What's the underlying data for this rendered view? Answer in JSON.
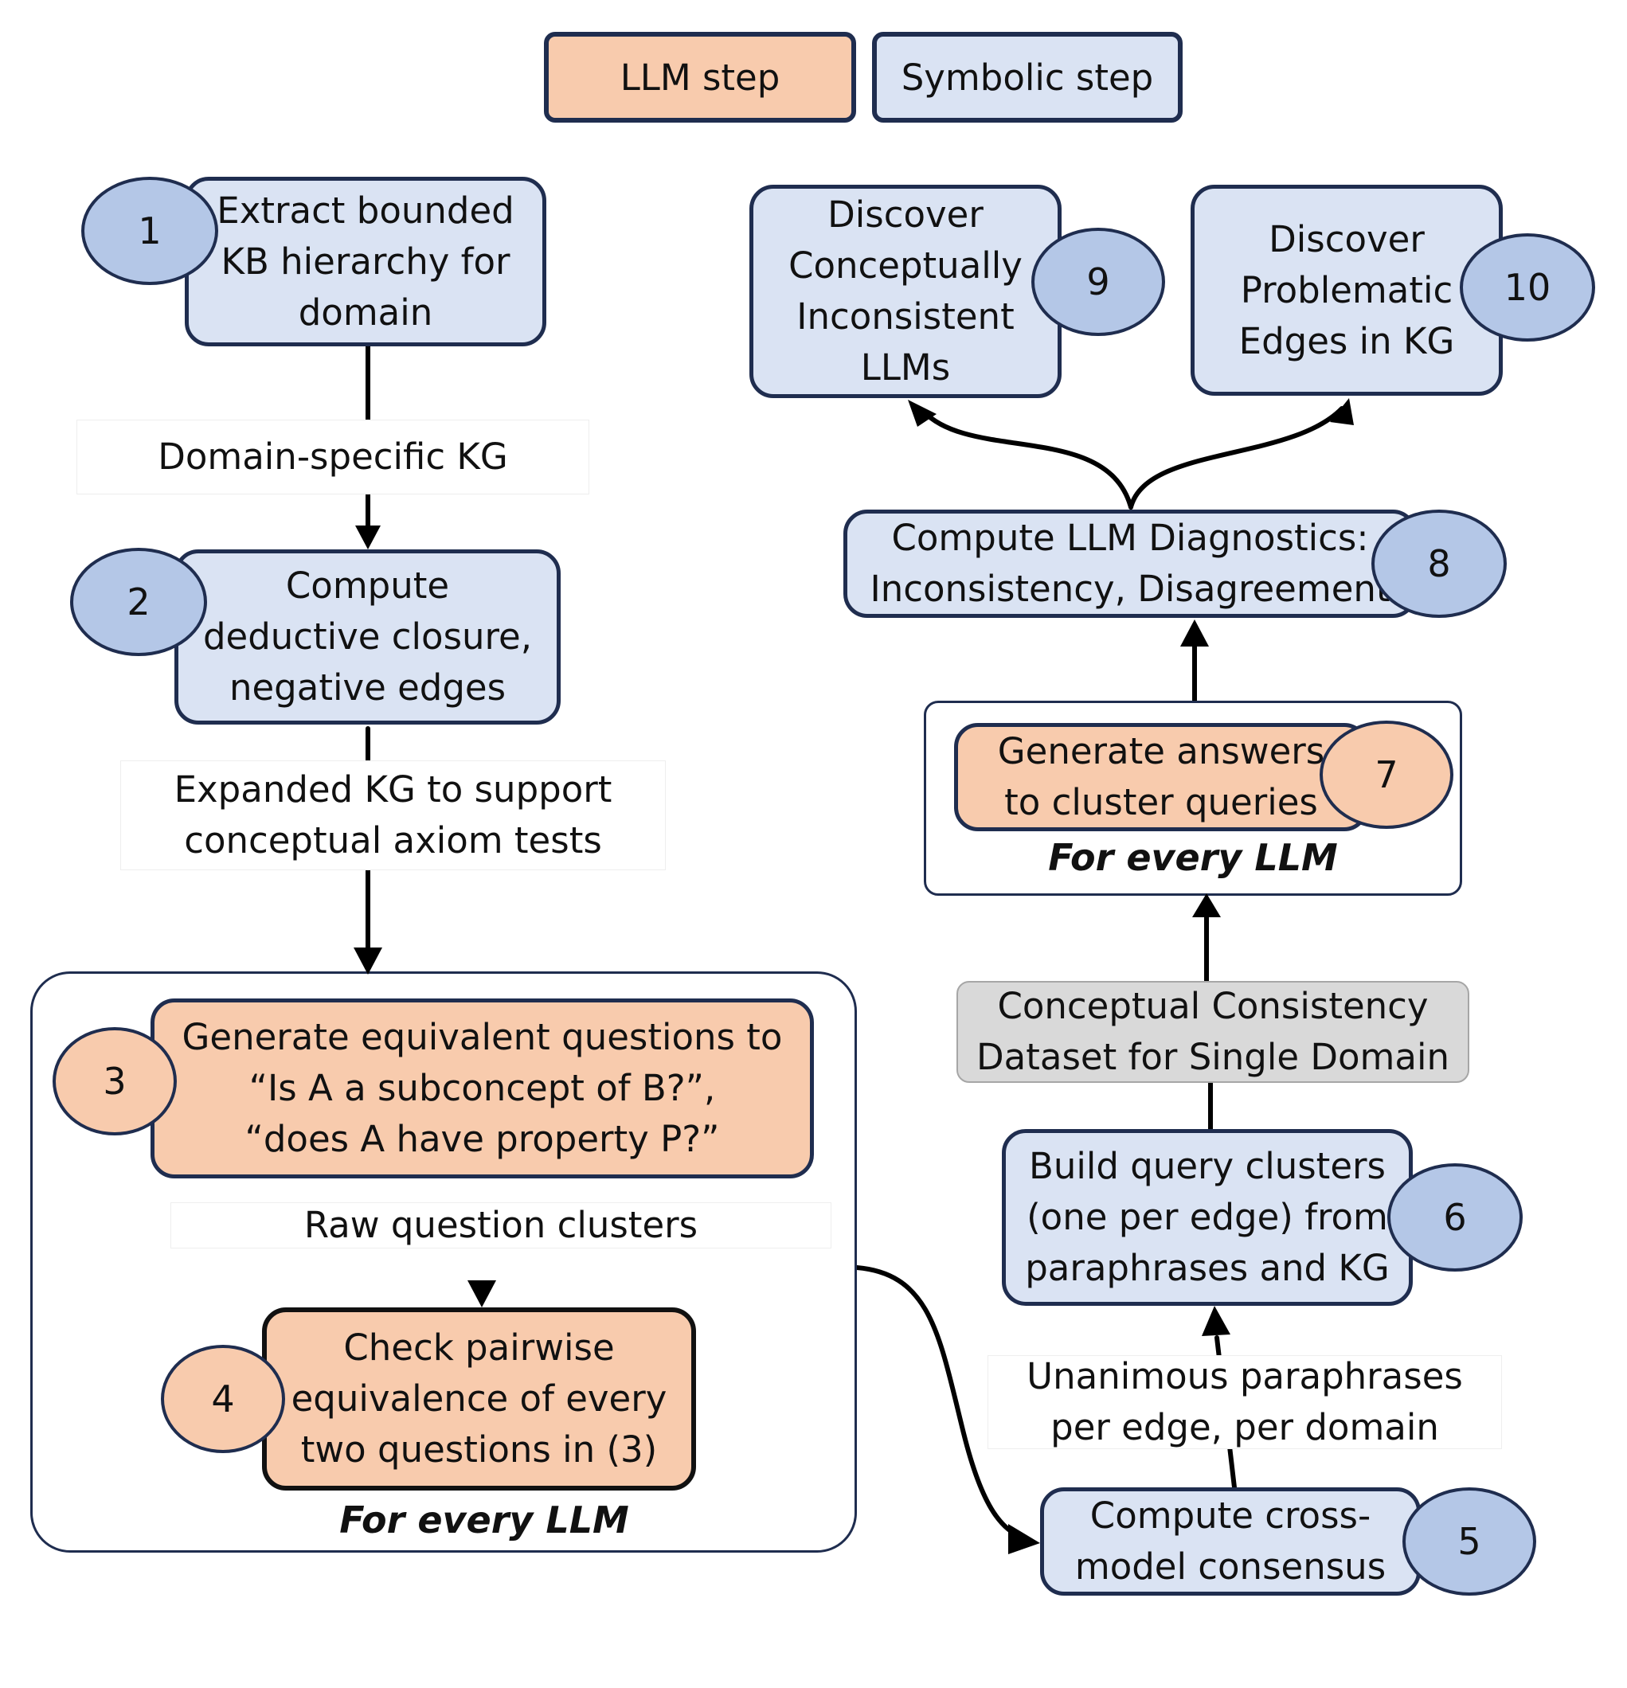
{
  "legend": {
    "llm_step": "LLM step",
    "symbolic_step": "Symbolic step"
  },
  "steps": {
    "s1": {
      "number": "1",
      "text": "Extract bounded\nKB hierarchy for\ndomain",
      "kind": "symbolic"
    },
    "s2": {
      "number": "2",
      "text": "Compute\ndeductive closure,\nnegative edges",
      "kind": "symbolic"
    },
    "s3": {
      "number": "3",
      "text": "Generate equivalent questions to\n“Is A a subconcept of B?”,\n“does A have property P?”",
      "kind": "llm"
    },
    "s4": {
      "number": "4",
      "text": "Check pairwise\nequivalence of every\ntwo questions in (3)",
      "kind": "llm"
    },
    "s5": {
      "number": "5",
      "text": "Compute cross-\nmodel consensus",
      "kind": "symbolic"
    },
    "s6": {
      "number": "6",
      "text": "Build query clusters\n(one per edge) from\nparaphrases and KG",
      "kind": "symbolic"
    },
    "s7": {
      "number": "7",
      "text": "Generate answers\nto cluster queries",
      "kind": "llm"
    },
    "s8": {
      "number": "8",
      "text": "Compute LLM Diagnostics:\nInconsistency, Disagreement",
      "kind": "symbolic"
    },
    "s9": {
      "number": "9",
      "text": "Discover\nConceptually\nInconsistent\nLLMs",
      "kind": "symbolic"
    },
    "s10": {
      "number": "10",
      "text": "Discover\nProblematic\nEdges in KG",
      "kind": "symbolic"
    }
  },
  "edge_labels": {
    "domain_kg": "Domain-specific KG",
    "expanded_kg": "Expanded KG to support\nconceptual axiom tests",
    "raw_clusters": "Raw question clusters",
    "unanimous": "Unanimous paraphrases\nper edge, per domain"
  },
  "dataset": "Conceptual Consistency\nDataset for Single Domain",
  "group_captions": {
    "left": "For every LLM",
    "right": "For every LLM"
  },
  "colors": {
    "llm_fill": "#f8cbad",
    "symbolic_fill": "#dae3f3",
    "circle_blue": "#b4c7e7",
    "border": "#1f2d4f",
    "dataset_fill": "#d9d9d9"
  }
}
